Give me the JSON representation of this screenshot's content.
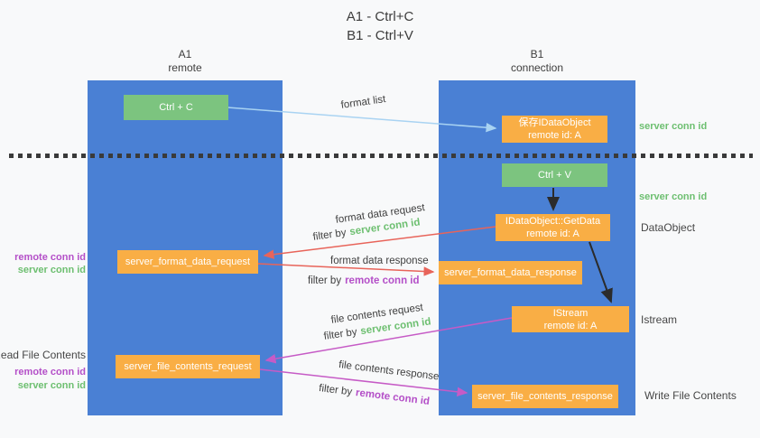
{
  "title": {
    "line1": "A1 - Ctrl+C",
    "line2": "B1 - Ctrl+V"
  },
  "lanes": {
    "left": {
      "name": "A1",
      "role": "remote"
    },
    "right": {
      "name": "B1",
      "role": "connection"
    }
  },
  "boxes": {
    "ctrl_c": {
      "label": "Ctrl + C"
    },
    "save_dataobject": {
      "line1": "保存IDataObject",
      "line2": "remote id: A"
    },
    "ctrl_v": {
      "label": "Ctrl + V"
    },
    "getdata": {
      "line1": "IDataObject::GetData",
      "line2": "remote id: A"
    },
    "format_request": {
      "label": "server_format_data_request"
    },
    "format_response": {
      "label": "server_format_data_response"
    },
    "istream": {
      "line1": "IStream",
      "line2": "remote id: A"
    },
    "file_request": {
      "label": "server_file_contents_request"
    },
    "file_response": {
      "label": "server_file_contents_response"
    }
  },
  "edge_labels": {
    "format_list": "format list",
    "format_data_request": "format data request",
    "format_data_response": "format data response",
    "file_contents_request": "file contents request",
    "file_contents_response": "file contents response",
    "filter_prefix": "filter by",
    "server_conn_id": "server conn id",
    "remote_conn_id": "remote conn id"
  },
  "side_labels": {
    "right": [
      {
        "text": "server conn id"
      },
      {
        "text": "server conn id"
      },
      {
        "text": "DataObject"
      },
      {
        "text": "Istream"
      },
      {
        "text": "Write File Contents"
      }
    ],
    "left": [
      {
        "text": "remote conn id"
      },
      {
        "text": "server conn id"
      },
      {
        "text": "Read File Contents"
      },
      {
        "text": "remote conn id"
      },
      {
        "text": "server conn id"
      }
    ]
  },
  "colors": {
    "background": "#f8f9fa",
    "lane_blue": "#4a80d4",
    "box_green": "#7cc47f",
    "box_orange": "#f9ae45",
    "text_dark": "#3d3d3d",
    "green_text": "#6dbf70",
    "purple_text": "#b44fc8",
    "arrow_blue": "#a9d3f2",
    "arrow_black": "#2b2b2b",
    "arrow_red": "#e8645a",
    "arrow_magenta": "#c65bc6",
    "dot_line": "#3a3a3a"
  }
}
